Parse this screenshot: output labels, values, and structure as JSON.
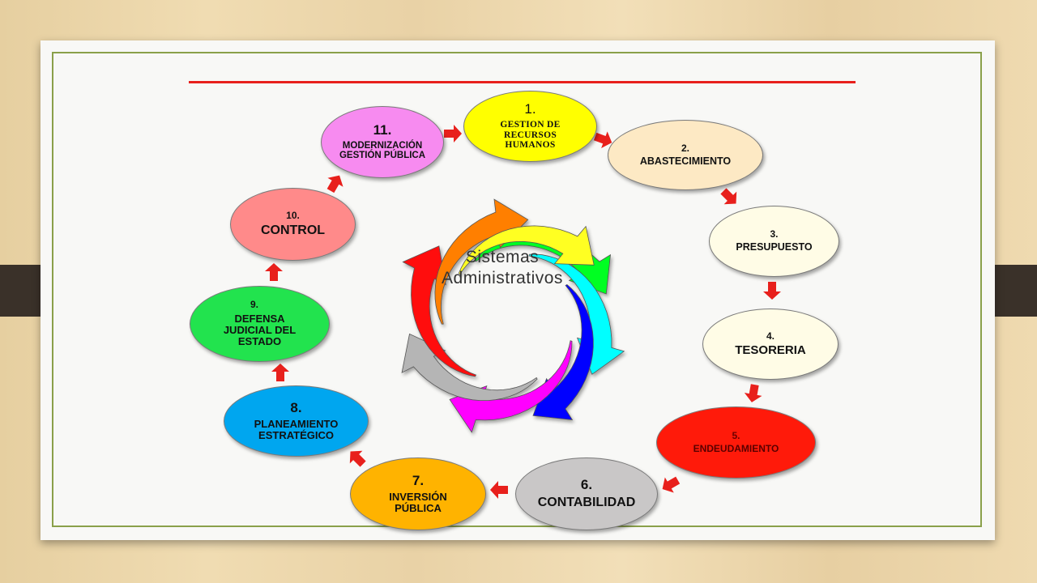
{
  "center_title": [
    "Sistemas",
    "Administrativos"
  ],
  "nodes": [
    {
      "num": "1.",
      "label": "GESTION DE RECURSOS HUMANOS",
      "color": "#ffff00"
    },
    {
      "num": "2.",
      "label": "ABASTECIMIENTO",
      "color": "#fde9c4"
    },
    {
      "num": "3.",
      "label": "PRESUPUESTO",
      "color": "#fffce6"
    },
    {
      "num": "4.",
      "label": "TESORERIA",
      "color": "#fffce6"
    },
    {
      "num": "5.",
      "label": "ENDEUDAMIENTO",
      "color": "#ff1a0a"
    },
    {
      "num": "6.",
      "label": "CONTABILIDAD",
      "color": "#c9c7c7"
    },
    {
      "num": "7.",
      "label": "INVERSIÓN PÚBLICA",
      "color": "#ffb300"
    },
    {
      "num": "8.",
      "label": "PLANEAMIENTO ESTRATÉGICO",
      "color": "#00a6ef"
    },
    {
      "num": "9.",
      "label": "DEFENSA JUDICIAL DEL ESTADO",
      "color": "#22e34e"
    },
    {
      "num": "10.",
      "label": "CONTROL",
      "color": "#ff8a8a"
    },
    {
      "num": "11.",
      "label": "MODERNIZACIÓN GESTIÓN PÚBLICA",
      "color": "#f78bf0"
    }
  ],
  "colors": {
    "connector_arrow": "#e8201c",
    "title_rule": "#e8201c",
    "frame": "#8aa04a",
    "swirl": [
      "#00ff22",
      "#00ffff",
      "#0000ff",
      "#ff00ff",
      "#b5b5b5",
      "#ff1010",
      "#ff7f00",
      "#ffff22"
    ]
  }
}
